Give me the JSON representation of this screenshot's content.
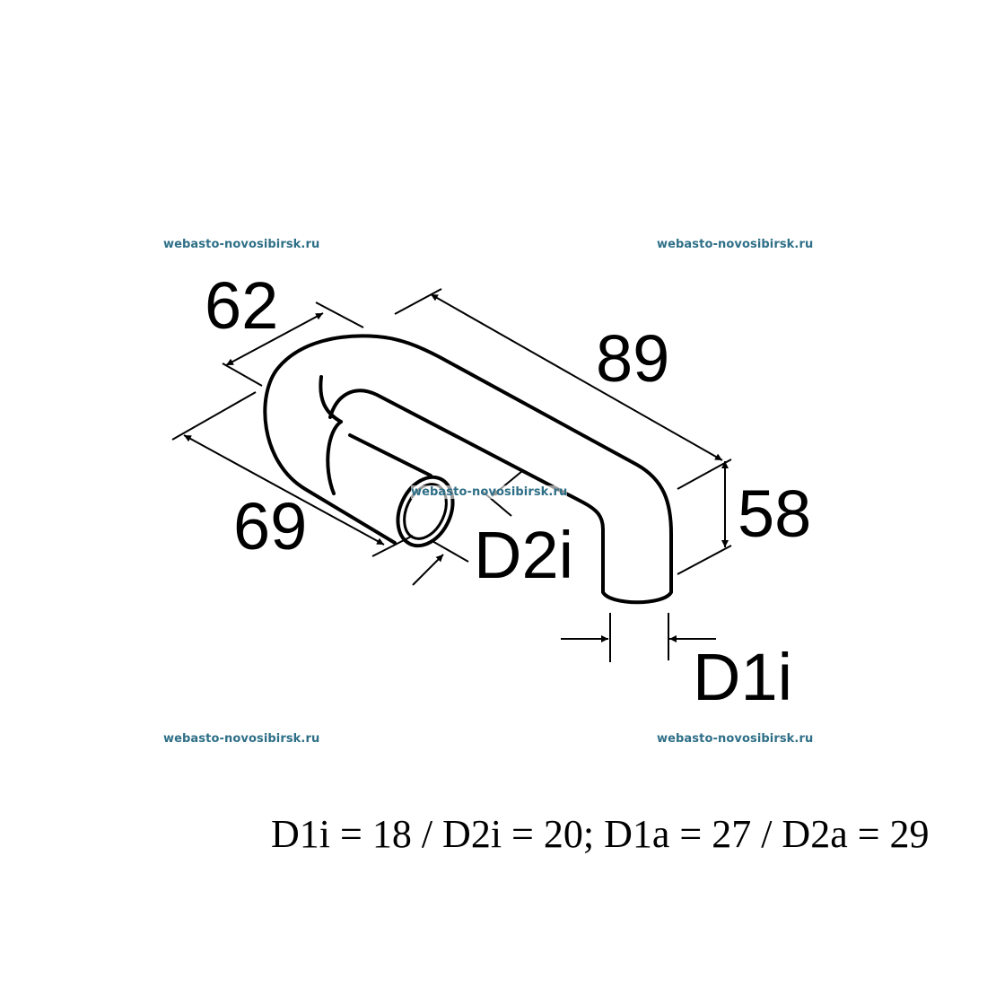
{
  "watermarks": {
    "top_left": "webasto-novosibirsk.ru",
    "top_right": "webasto-novosibirsk.ru",
    "center": "webasto-novosibirsk.ru",
    "bottom_left": "webasto-novosibirsk.ru",
    "bottom_right": "webasto-novosibirsk.ru",
    "color": "#2e6f87"
  },
  "drawing": {
    "subject": "bent hose (U-shape) technical drawing",
    "dimensions": {
      "d62": "62",
      "d89": "89",
      "d69": "69",
      "d58": "58",
      "d2i": "D2i",
      "d1i": "D1i"
    }
  },
  "caption": {
    "text": "D1i = 18 / D2i = 20; D1a = 27 / D2a = 29"
  }
}
